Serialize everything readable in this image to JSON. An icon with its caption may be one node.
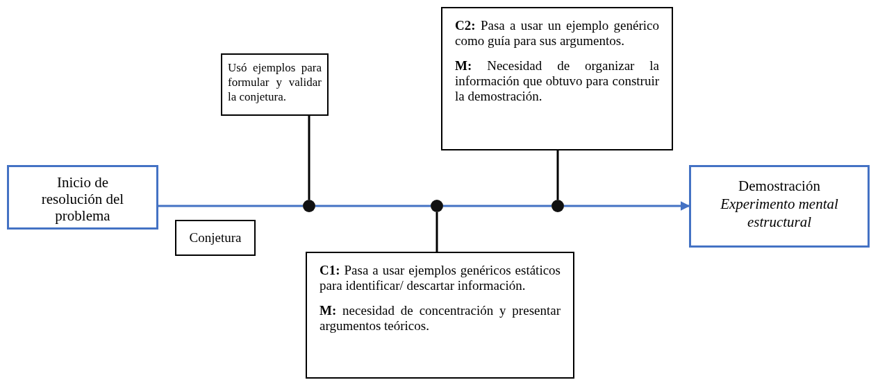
{
  "diagram": {
    "nodes": [
      {
        "text": [
          "Inicio de resolución del problema"
        ]
      },
      {
        "text": [
          "Conjetura"
        ]
      },
      {
        "text": [
          "Usó ejemplos para formular y validar la conjetura."
        ]
      },
      {
        "text": [
          "**C2:** Pasa a usar un ejemplo genérico como guía para sus argumentos.",
          "**M:** Necesidad de organizar la información que obtuvo para construir la demostración."
        ]
      },
      {
        "text": [
          "**C1:** Pasa a usar ejemplos genéricos estáticos para identificar/ descartar información.",
          "**M:** necesidad de concentración y presentar argumentos teóricos."
        ]
      },
      {
        "text": [
          "Demostración",
          "Experimento mental estructural"
        ]
      },
      {
        "text": [],
        "shape": "circle"
      },
      {
        "text": [],
        "shape": "circle"
      },
      {
        "text": [],
        "shape": "circle"
      }
    ],
    "edges": [
      {
        "from": 0,
        "to": 6,
        "arrow": "none"
      },
      {
        "from": 6,
        "to": 7,
        "arrow": "none"
      },
      {
        "from": 7,
        "to": 8,
        "arrow": "none"
      },
      {
        "from": 8,
        "to": 5,
        "arrow": "to"
      },
      {
        "from": 2,
        "to": 6,
        "arrow": "none",
        "color": "#000000"
      },
      {
        "from": 4,
        "to": 7,
        "arrow": "none",
        "color": "#000000"
      },
      {
        "from": 3,
        "to": 8,
        "arrow": "none",
        "color": "#000000"
      }
    ]
  }
}
